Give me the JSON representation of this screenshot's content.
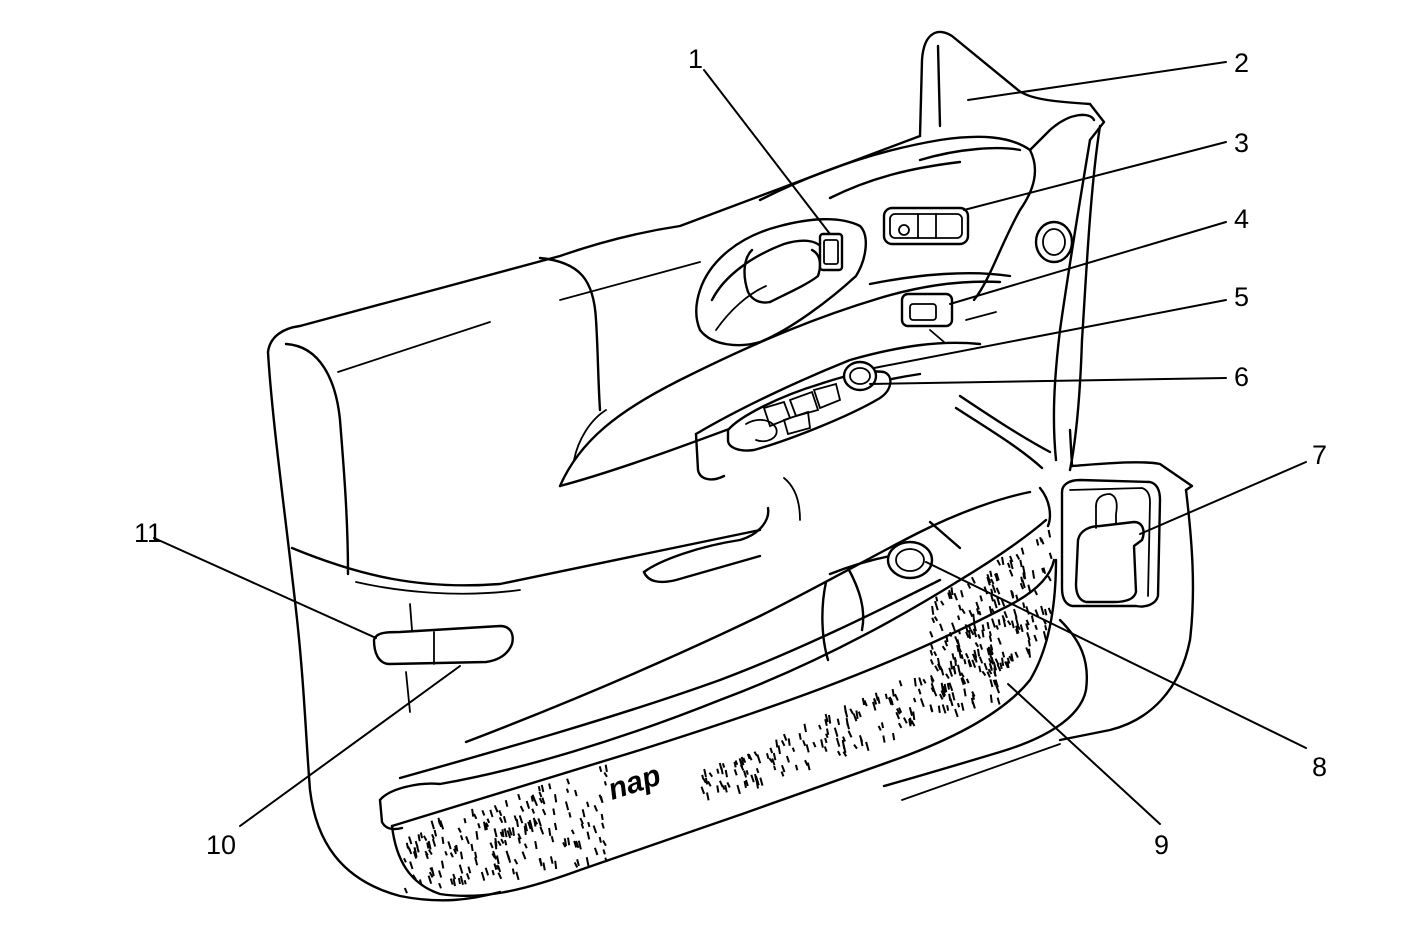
{
  "figure": {
    "callouts": [
      {
        "id": "1",
        "label": "1"
      },
      {
        "id": "2",
        "label": "2"
      },
      {
        "id": "3",
        "label": "3"
      },
      {
        "id": "4",
        "label": "4"
      },
      {
        "id": "5",
        "label": "5"
      },
      {
        "id": "6",
        "label": "6"
      },
      {
        "id": "7",
        "label": "7"
      },
      {
        "id": "8",
        "label": "8"
      },
      {
        "id": "9",
        "label": "9"
      },
      {
        "id": "10",
        "label": "10"
      },
      {
        "id": "11",
        "label": "11"
      }
    ],
    "carpet_text": "nap"
  }
}
